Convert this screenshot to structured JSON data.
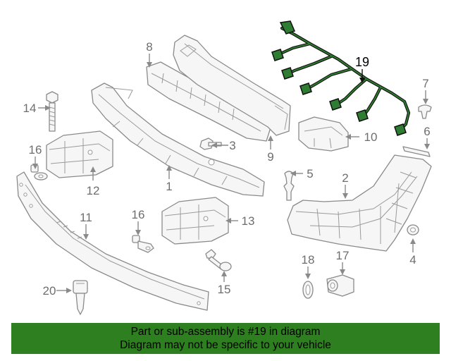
{
  "callouts": {
    "c1": "1",
    "c2": "2",
    "c3": "3",
    "c4": "4",
    "c5": "5",
    "c6": "6",
    "c7": "7",
    "c8": "8",
    "c9": "9",
    "c10": "10",
    "c11": "11",
    "c12": "12",
    "c13": "13",
    "c14": "14",
    "c15": "15",
    "c16a": "16",
    "c16b": "16",
    "c17": "17",
    "c18": "18",
    "c19": "19",
    "c20": "20"
  },
  "highlight_part": "19",
  "colors": {
    "highlight": "#2e7d32",
    "banner": "#2d7f1f",
    "linework": "#8a8a8a"
  },
  "banner": {
    "line1": "Part or sub-assembly is #19 in diagram",
    "line2": "Diagram may not be specific to your vehicle"
  }
}
